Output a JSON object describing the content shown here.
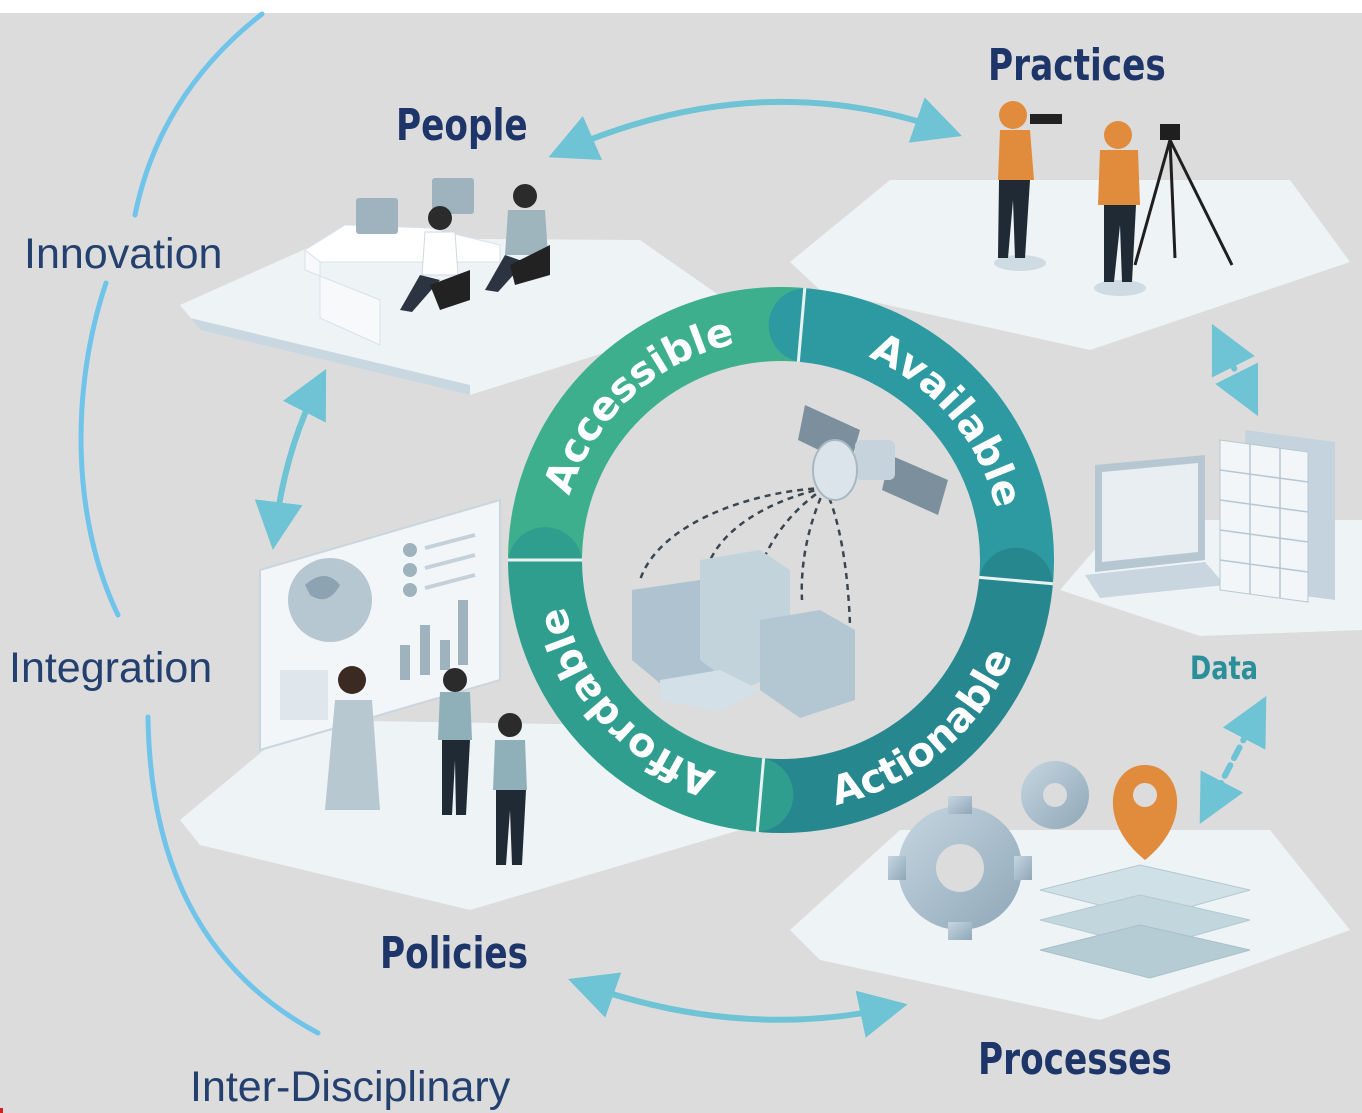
{
  "center_ring": {
    "segments": [
      "Accessible",
      "Available",
      "Actionable",
      "Affordable"
    ],
    "colors": [
      "#3daf8d",
      "#2d9aa1",
      "#27878f",
      "#2f9e8f"
    ]
  },
  "quadrants": {
    "people": "People",
    "practices": "Practices",
    "policies": "Policies",
    "processes": "Processes",
    "data": "Data"
  },
  "side_labels": {
    "innovation": "Innovation",
    "integration": "Integration",
    "inter_disciplinary": "Inter-Disciplinary"
  },
  "colors": {
    "background": "#dcdcdc",
    "platform": "#eef3f6",
    "heading": "#1d3569",
    "arrow": "#6ec3d5",
    "arc": "#70c4ea",
    "pin": "#e08c3c"
  }
}
